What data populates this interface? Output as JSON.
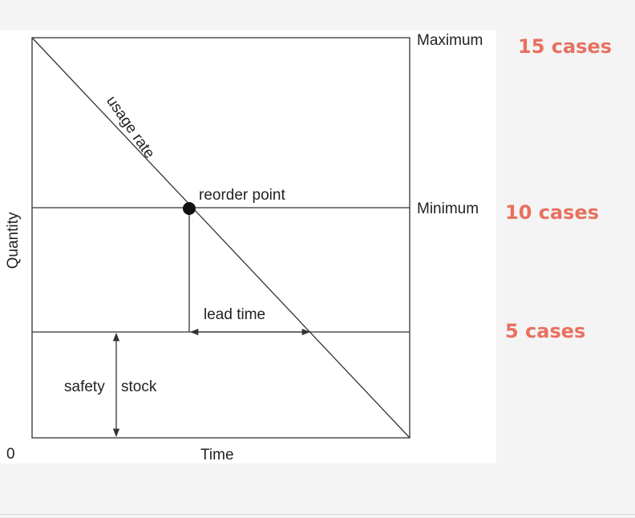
{
  "diagram": {
    "labels": {
      "quantity_axis": "Quantity",
      "time_axis": "Time",
      "origin": "0",
      "maximum": "Maximum",
      "minimum": "Minimum",
      "usage_rate": "usage rate",
      "reorder_point": "reorder point",
      "lead_time": "lead time",
      "safety": "safety",
      "stock": "stock"
    }
  },
  "annotations": {
    "max_cases": "15 cases",
    "min_cases": "10 cases",
    "safety_cases": "5 cases"
  },
  "colors": {
    "annotation": "#e8705f",
    "line": "#333333",
    "panel": "#ffffff",
    "page": "#f4f4f4"
  }
}
